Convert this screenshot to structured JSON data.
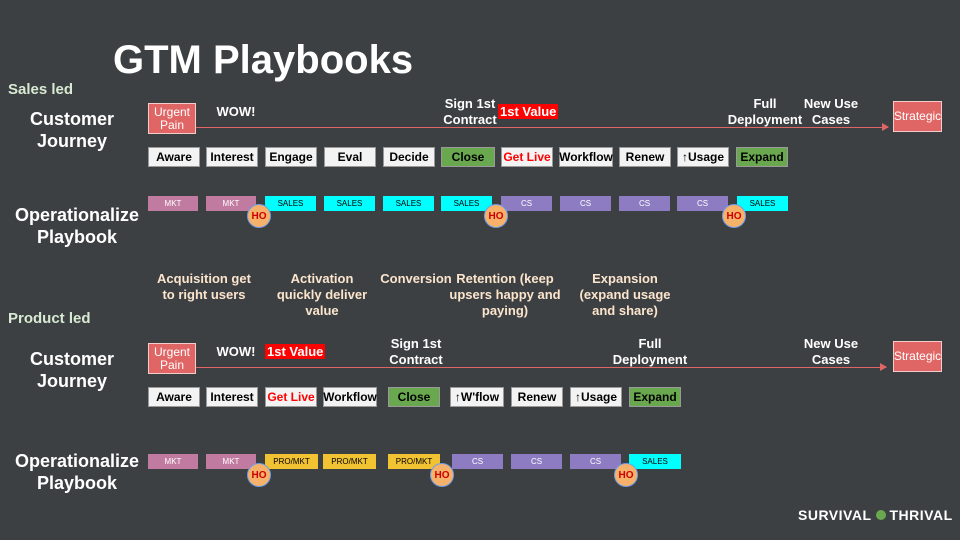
{
  "title": "GTM Playbooks",
  "sales": {
    "section": "Sales led",
    "journey_head": "Customer Journey",
    "op_head": "Operationalize Playbook",
    "start_box": "Urgent Pain",
    "end_box": "Strategic",
    "milestones": {
      "wow": "WOW!",
      "sign": "Sign 1st Contract",
      "first_value": "1st Value",
      "full": "Full Deployment",
      "newuse": "New Use Cases"
    },
    "stages": [
      "Aware",
      "Interest",
      "Engage",
      "Eval",
      "Decide",
      "Close",
      "Get Live",
      "Workflow",
      "Renew",
      "↑Usage",
      "Expand"
    ],
    "ops": [
      "MKT",
      "MKT",
      "SALES",
      "SALES",
      "SALES",
      "SALES",
      "CS",
      "CS",
      "CS",
      "CS",
      "SALES"
    ],
    "ho": "HO"
  },
  "phases": {
    "acq": "Acquisition get to right users",
    "act": "Activation quickly deliver value",
    "conv": "Conversion",
    "ret": "Retention (keep upsers happy and paying)",
    "exp": "Expansion (expand usage and share)"
  },
  "product": {
    "section": "Product led",
    "journey_head": "Customer Journey",
    "op_head": "Operationalize Playbook",
    "start_box": "Urgent Pain",
    "end_box": "Strategic",
    "milestones": {
      "wow": "WOW!",
      "first_value": "1st Value",
      "sign": "Sign 1st Contract",
      "full": "Full Deployment",
      "newuse": "New Use Cases"
    },
    "stages": [
      "Aware",
      "Interest",
      "Get Live",
      "Workflow",
      "Close",
      "↑W'flow",
      "Renew",
      "↑Usage",
      "Expand"
    ],
    "ops": [
      "MKT",
      "MKT",
      "PRO/MKT",
      "PRO/MKT",
      "PRO/MKT",
      "CS",
      "CS",
      "CS",
      "SALES"
    ],
    "ho": "HO"
  },
  "logo": {
    "left": "SURVIVAL",
    "right": "THRIVAL"
  }
}
